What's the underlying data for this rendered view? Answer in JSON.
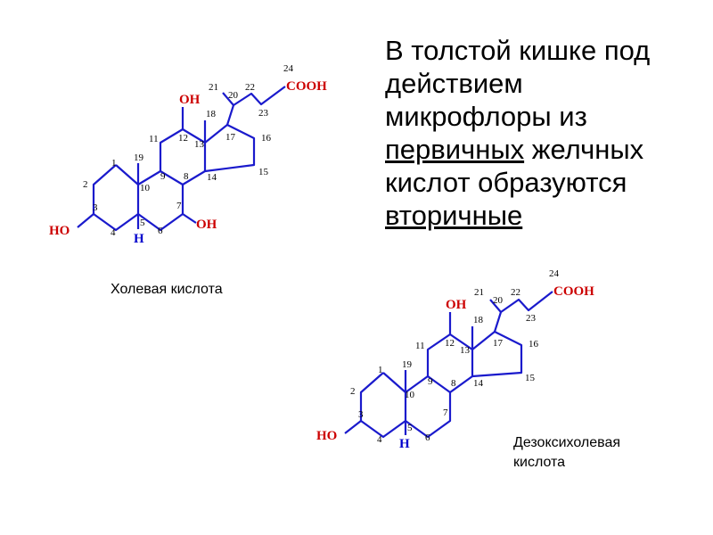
{
  "heading": {
    "line1": "В толстой кишке под",
    "line2": "действием",
    "line3": "микрофлоры из",
    "line4_u": "первичных",
    "line4_rest": " желчных",
    "line5": "кислот образуются",
    "line6_u": "вторичные"
  },
  "molecules": [
    {
      "caption": "Холевая кислота",
      "ho3": "HO",
      "oh7": "OH",
      "oh12": "OH",
      "h5": "H",
      "cooh": "COOH",
      "numbers": [
        "1",
        "2",
        "3",
        "4",
        "5",
        "6",
        "7",
        "8",
        "9",
        "10",
        "11",
        "12",
        "13",
        "14",
        "15",
        "16",
        "17",
        "18",
        "19",
        "20",
        "21",
        "22",
        "23",
        "24"
      ]
    },
    {
      "caption_line1": "Дезоксихолевая",
      "caption_line2": "кислота",
      "ho3": "HO",
      "oh12": "OH",
      "h5": "H",
      "cooh": "COOH",
      "numbers": [
        "1",
        "2",
        "3",
        "4",
        "5",
        "6",
        "7",
        "8",
        "9",
        "10",
        "11",
        "12",
        "13",
        "14",
        "15",
        "16",
        "17",
        "18",
        "19",
        "20",
        "21",
        "22",
        "23",
        "24"
      ]
    }
  ],
  "colors": {
    "bond": "#1a1acc",
    "group": "#cc0000",
    "hydrogen": "#0000cc"
  }
}
